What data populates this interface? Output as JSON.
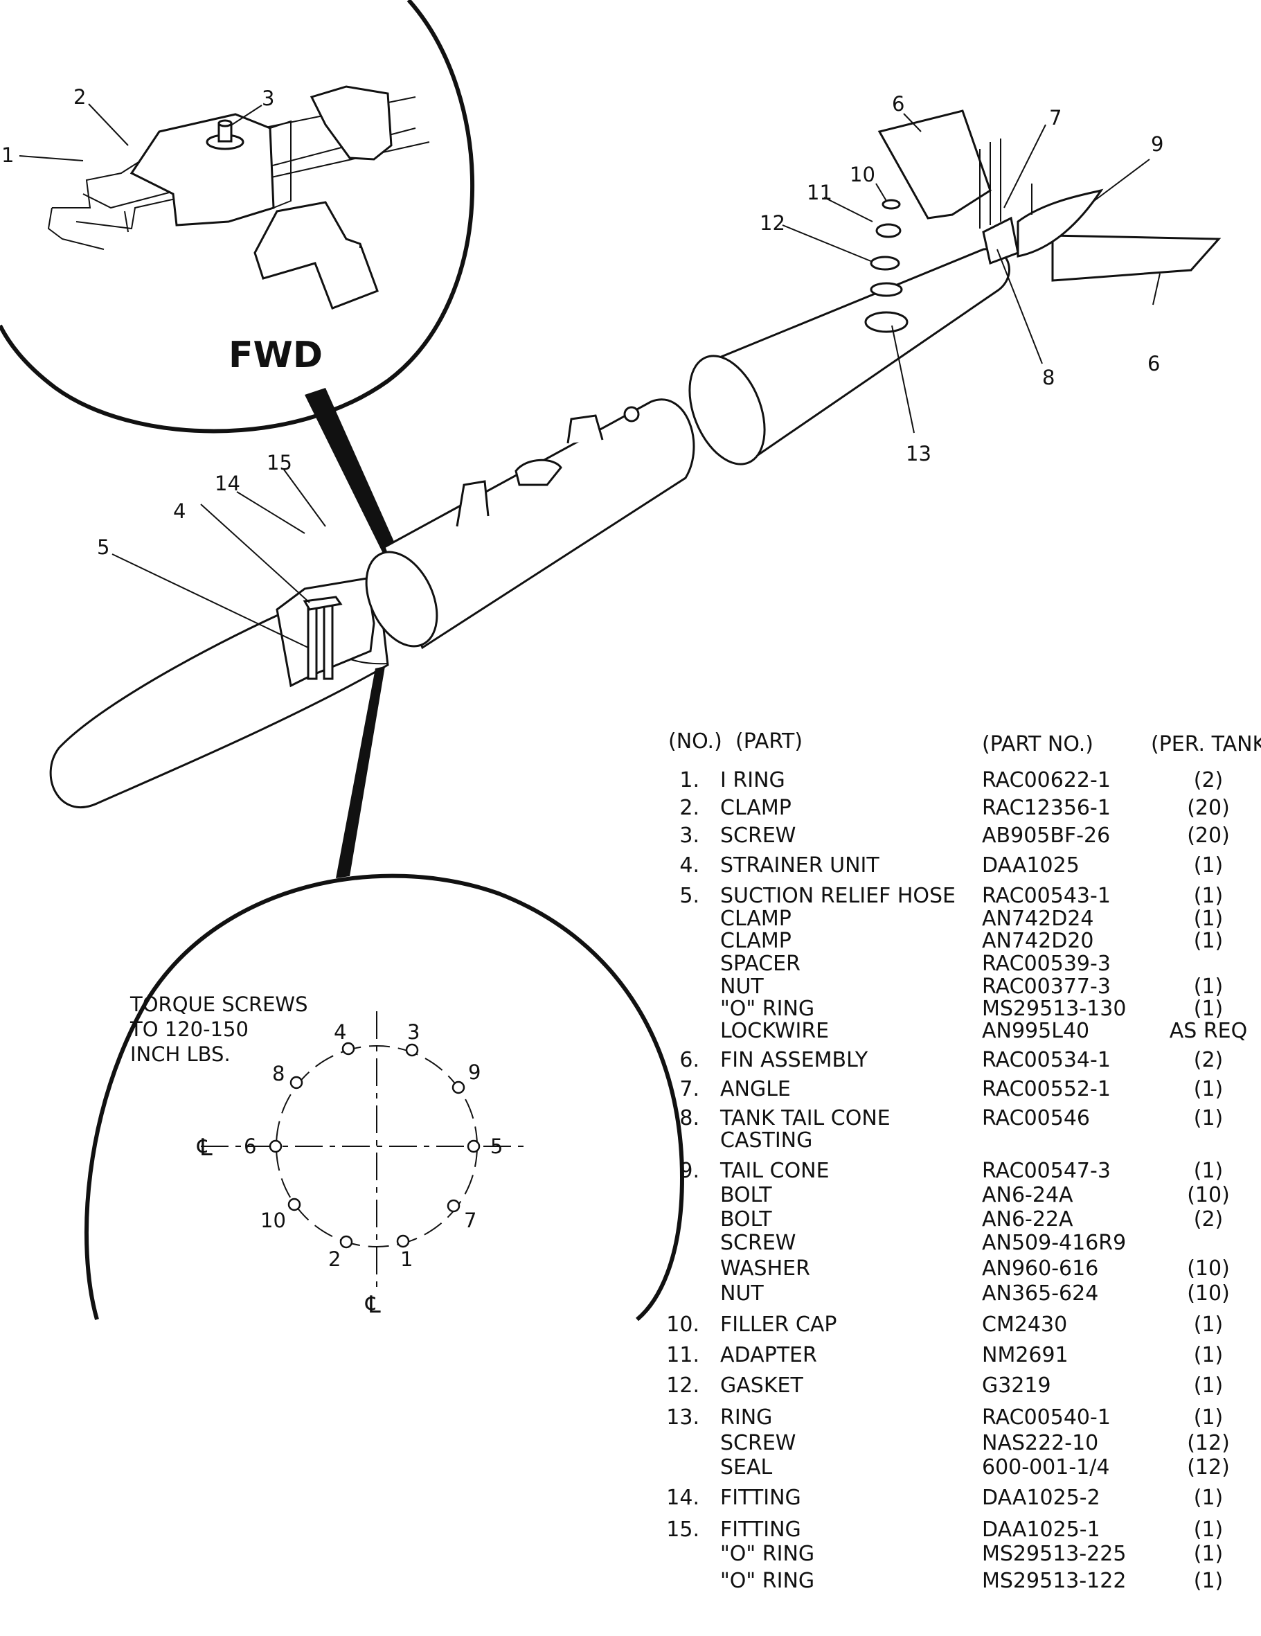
{
  "detail_top": {
    "callouts": [
      "1",
      "2",
      "3"
    ],
    "arrow_label": "FWD"
  },
  "main_callouts": [
    "4",
    "5",
    "6",
    "6",
    "7",
    "8",
    "9",
    "10",
    "11",
    "12",
    "13",
    "14",
    "15"
  ],
  "torque_detail": {
    "note_lines": [
      "TORQUE SCREWS",
      "TO 120-150",
      "INCH  LBS."
    ],
    "bolt_numbers": [
      "4",
      "3",
      "8",
      "9",
      "6",
      "5",
      "10",
      "7",
      "2",
      "1"
    ],
    "centerline_symbol": "℄"
  },
  "parts_table": {
    "headers": [
      "(NO.)",
      "(PART)",
      "(PART NO.)",
      "(PER. TANK)"
    ],
    "rows": [
      {
        "no": "1.",
        "part": "I RING",
        "partno": "RAC00622-1",
        "qty": "(2)"
      },
      {
        "no": "2.",
        "part": "CLAMP",
        "partno": "RAC12356-1",
        "qty": "(20)"
      },
      {
        "no": "3.",
        "part": "SCREW",
        "partno": "AB905BF-26",
        "qty": "(20)"
      },
      {
        "no": "4.",
        "part": "STRAINER UNIT",
        "partno": "DAA1025",
        "qty": "(1)"
      },
      {
        "no": "5.",
        "part": "SUCTION RELIEF HOSE",
        "partno": "RAC00543-1",
        "qty": "(1)"
      },
      {
        "no": "",
        "part": "CLAMP",
        "partno": "AN742D24",
        "qty": "(1)"
      },
      {
        "no": "",
        "part": "CLAMP",
        "partno": "AN742D20",
        "qty": "(1)"
      },
      {
        "no": "",
        "part": "SPACER",
        "partno": "RAC00539-3",
        "qty": ""
      },
      {
        "no": "",
        "part": "NUT",
        "partno": "RAC00377-3",
        "qty": "(1)"
      },
      {
        "no": "",
        "part": "\"O\" RING",
        "partno": "MS29513-130",
        "qty": "(1)"
      },
      {
        "no": "",
        "part": "LOCKWIRE",
        "partno": "AN995L40",
        "qty": "AS REQ"
      },
      {
        "no": "6.",
        "part": "FIN ASSEMBLY",
        "partno": "RAC00534-1",
        "qty": "(2)"
      },
      {
        "no": "7.",
        "part": "ANGLE",
        "partno": "RAC00552-1",
        "qty": "(1)"
      },
      {
        "no": "8.",
        "part": "TANK TAIL CONE",
        "partno": "RAC00546",
        "qty": "(1)"
      },
      {
        "no": "",
        "part": "CASTING",
        "partno": "",
        "qty": ""
      },
      {
        "no": "9.",
        "part": "TAIL CONE",
        "partno": "RAC00547-3",
        "qty": "(1)"
      },
      {
        "no": "",
        "part": "BOLT",
        "partno": "AN6-24A",
        "qty": "(10)"
      },
      {
        "no": "",
        "part": "BOLT",
        "partno": "AN6-22A",
        "qty": "(2)"
      },
      {
        "no": "",
        "part": "SCREW",
        "partno": "AN509-416R9",
        "qty": ""
      },
      {
        "no": "",
        "part": "WASHER",
        "partno": "AN960-616",
        "qty": "(10)"
      },
      {
        "no": "",
        "part": "NUT",
        "partno": "AN365-624",
        "qty": "(10)"
      },
      {
        "no": "10.",
        "part": "FILLER  CAP",
        "partno": "CM2430",
        "qty": "(1)"
      },
      {
        "no": "11.",
        "part": "ADAPTER",
        "partno": "NM2691",
        "qty": "(1)"
      },
      {
        "no": "12.",
        "part": "GASKET",
        "partno": "G3219",
        "qty": "(1)"
      },
      {
        "no": "13.",
        "part": "RING",
        "partno": "RAC00540-1",
        "qty": "(1)"
      },
      {
        "no": "",
        "part": "SCREW",
        "partno": "NAS222-10",
        "qty": "(12)"
      },
      {
        "no": "",
        "part": "SEAL",
        "partno": "600-001-1/4",
        "qty": "(12)"
      },
      {
        "no": "14.",
        "part": "FITTING",
        "partno": "DAA1025-2",
        "qty": "(1)"
      },
      {
        "no": "15.",
        "part": "FITTING",
        "partno": "DAA1025-1",
        "qty": "(1)"
      },
      {
        "no": "",
        "part": "\"O\" RING",
        "partno": "MS29513-225",
        "qty": "(1)"
      },
      {
        "no": "",
        "part": "\"O\" RING",
        "partno": "MS29513-122",
        "qty": "(1)"
      }
    ]
  }
}
